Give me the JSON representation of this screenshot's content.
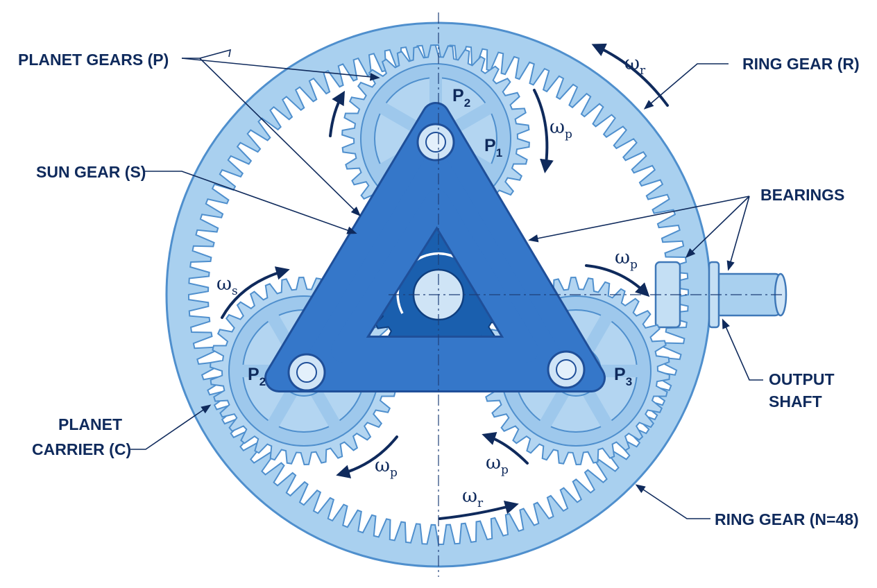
{
  "colors": {
    "ring": "#a9d0ef",
    "ring_stroke": "#4f8fcd",
    "planet": "#b3d5f1",
    "planet_stroke": "#4f8fcd",
    "sun": "#1a5fae",
    "carrier": "#3577c9",
    "carrier_stroke": "#1f4f99",
    "ink": "#0f2a5c"
  },
  "callouts": {
    "planet_gears": "PLANET GEARS (P)",
    "sun_gear": "SUN GEAR (S)",
    "planet_carrier_line1": "PLANET",
    "planet_carrier_line2": "CARRIER (C)",
    "ring_gear_r": "RING GEAR (R)",
    "bearings": "BEARINGS",
    "output_shaft_line1": "OUTPUT",
    "output_shaft_line2": "SHAFT",
    "ring_gear_n": "RING GEAR (N=48)"
  },
  "planet_labels": {
    "top_upper": {
      "letter": "P",
      "index": "2"
    },
    "top_lower": {
      "letter": "P",
      "index": "1"
    },
    "left": {
      "letter": "P",
      "index": "2"
    },
    "right": {
      "letter": "P",
      "index": "3"
    }
  },
  "rotation_labels": {
    "ring_top": {
      "symbol": "ω",
      "sub": "r"
    },
    "ring_bottom": {
      "symbol": "ω",
      "sub": "r"
    },
    "sun": {
      "symbol": "ω",
      "sub": "s"
    },
    "planet_top": {
      "symbol": "ω",
      "sub": "p"
    },
    "planet_right": {
      "symbol": "ω",
      "sub": "p"
    },
    "planet_left_bottom": {
      "symbol": "ω",
      "sub": "p"
    },
    "planet_right_bottom": {
      "symbol": "ω",
      "sub": "p"
    }
  }
}
